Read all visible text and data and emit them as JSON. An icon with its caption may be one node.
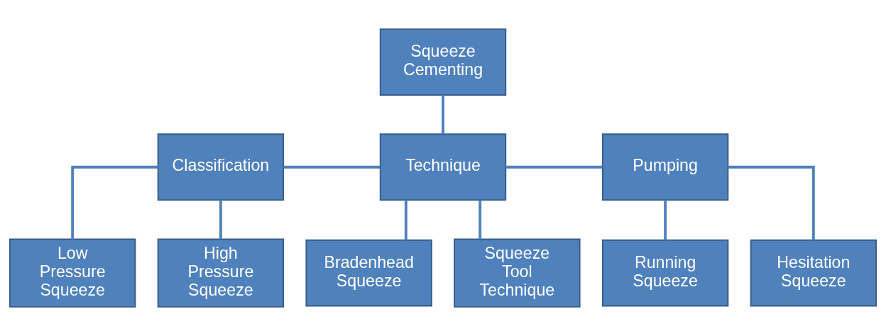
{
  "diagram": {
    "nodes": [
      {
        "text": [
          "Squeeze Cementing"
        ]
      },
      {
        "text": [
          "Classification"
        ]
      },
      {
        "text": [
          "Technique"
        ]
      },
      {
        "text": [
          "Pumping"
        ]
      },
      {
        "text": [
          "Low Pressure Squeeze"
        ]
      },
      {
        "text": [
          "High Pressure Squeeze"
        ]
      },
      {
        "text": [
          "Bradenhead Squeeze"
        ]
      },
      {
        "text": [
          "Squeeze Tool Technique"
        ]
      },
      {
        "text": [
          "Running Squeeze"
        ]
      },
      {
        "text": [
          "Hesitation Squeeze"
        ]
      }
    ],
    "edges": [
      {
        "from": 0,
        "to": 2,
        "arrow": "none"
      },
      {
        "from": 2,
        "to": 1,
        "arrow": "none"
      },
      {
        "from": 2,
        "to": 3,
        "arrow": "none"
      },
      {
        "from": 1,
        "to": 4,
        "arrow": "none"
      },
      {
        "from": 1,
        "to": 5,
        "arrow": "none"
      },
      {
        "from": 2,
        "to": 6,
        "arrow": "none"
      },
      {
        "from": 2,
        "to": 7,
        "arrow": "none"
      },
      {
        "from": 3,
        "to": 8,
        "arrow": "none"
      },
      {
        "from": 3,
        "to": 9,
        "arrow": "none"
      }
    ]
  }
}
